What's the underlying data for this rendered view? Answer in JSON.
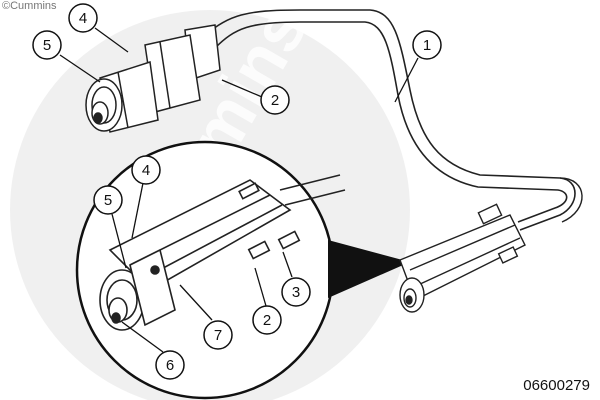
{
  "copyright": "©Cummins",
  "watermark": "Cummins",
  "figure_id": "06600279",
  "callouts": {
    "c1": "1",
    "c2_top": "2",
    "c4_top": "4",
    "c5_top": "5",
    "c4_detail": "4",
    "c5_detail": "5",
    "c6_detail": "6",
    "c7_detail": "7",
    "c2_detail": "2",
    "c3_detail": "3"
  }
}
